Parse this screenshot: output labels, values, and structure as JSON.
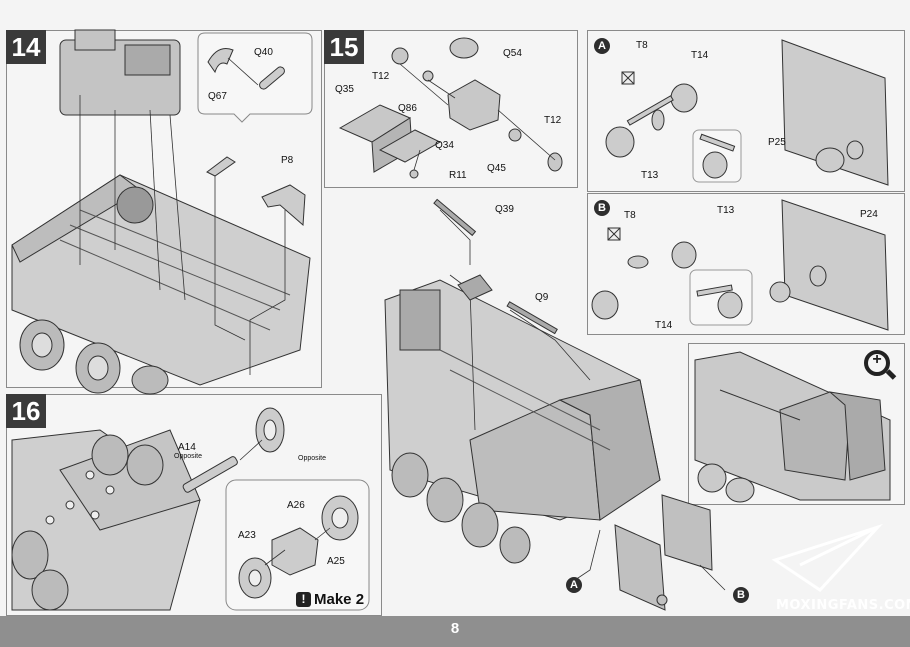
{
  "steps": {
    "s14": {
      "number": "14"
    },
    "s15": {
      "number": "15"
    },
    "s16": {
      "number": "16"
    }
  },
  "parts14": {
    "q40": "Q40",
    "q67": "Q67",
    "p8": "P8"
  },
  "parts15": {
    "q54": "Q54",
    "t12a": "T12",
    "q35": "Q35",
    "q86": "Q86",
    "q34": "Q34",
    "r11": "R11",
    "q45": "Q45",
    "t12b": "T12",
    "q39": "Q39",
    "q9": "Q9"
  },
  "partsA": {
    "marker": "A",
    "t8": "T8",
    "t14": "T14",
    "t13": "T13",
    "p25": "P25"
  },
  "partsB": {
    "marker": "B",
    "t8": "T8",
    "t13": "T13",
    "t14": "T14",
    "p24": "P24"
  },
  "parts16": {
    "a14": "A14",
    "opposite1": "Opposite",
    "opposite2": "Opposite",
    "a26": "A26",
    "a23": "A23",
    "a25": "A25"
  },
  "make": {
    "text": "Make 2",
    "icon": "!"
  },
  "markers": {
    "a": "A",
    "b": "B"
  },
  "zoom_icon": "+",
  "footer": {
    "page": "8",
    "watermark": "MOXINGFANS.COM"
  }
}
